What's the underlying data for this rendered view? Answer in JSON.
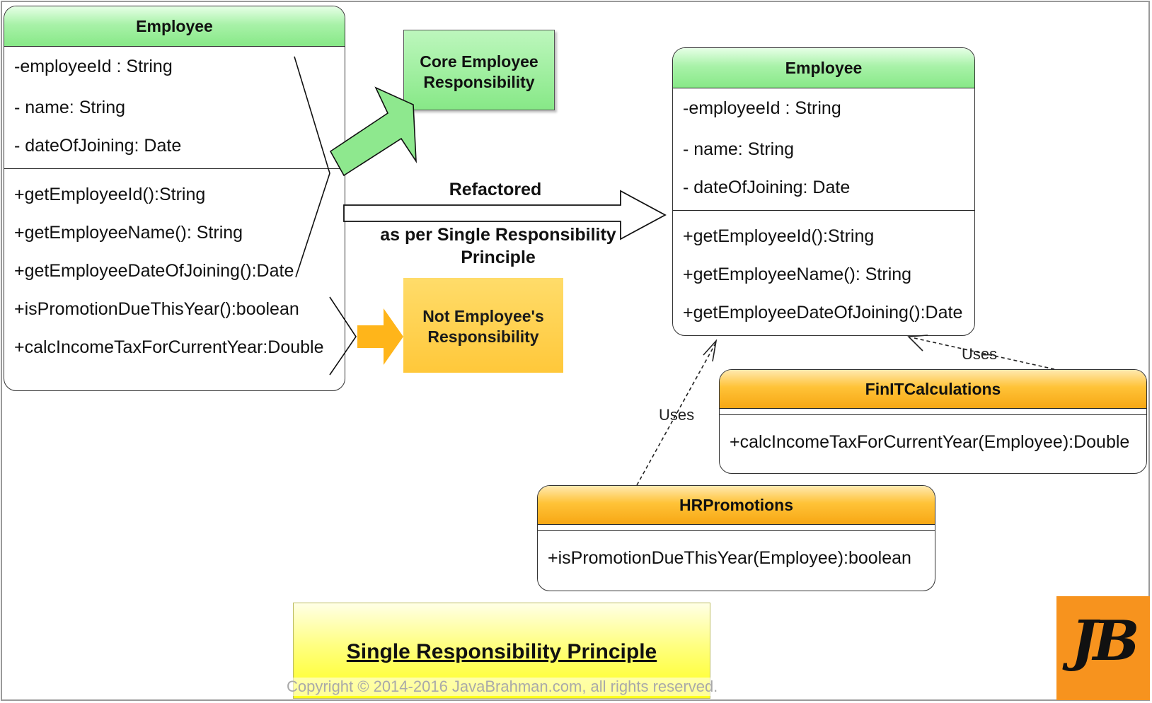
{
  "left_class": {
    "title": "Employee",
    "attributes": [
      "-employeeId : String",
      "- name: String",
      "- dateOfJoining: Date"
    ],
    "methods": [
      "+getEmployeeId():String",
      "+getEmployeeName(): String",
      "+getEmployeeDateOfJoining():Date",
      "+isPromotionDueThisYear():boolean",
      "+calcIncomeTaxForCurrentYear:Double"
    ]
  },
  "right_class": {
    "title": "Employee",
    "attributes": [
      "-employeeId : String",
      "- name: String",
      "- dateOfJoining: Date"
    ],
    "methods": [
      "+getEmployeeId():String",
      "+getEmployeeName(): String",
      "+getEmployeeDateOfJoining():Date"
    ]
  },
  "finit_class": {
    "title": "FinITCalculations",
    "methods": [
      "+calcIncomeTaxForCurrentYear(Employee):Double"
    ]
  },
  "hr_class": {
    "title": "HRPromotions",
    "methods": [
      "+isPromotionDueThisYear(Employee):boolean"
    ]
  },
  "notes": {
    "core": "Core Employee Responsibility",
    "not_employee": "Not Employee's Responsibility"
  },
  "refactor": {
    "top": "Refactored",
    "bottom_1": "as per Single Responsibility",
    "bottom_2": "Principle"
  },
  "uses_labels": [
    "Uses",
    "Uses"
  ],
  "footer": {
    "title": "Single Responsibility Principle",
    "copyright": "Copyright © 2014-2016 JavaBrahman.com, all rights reserved."
  },
  "logo": {
    "text": "JB",
    "bg_color": "#f7931e"
  },
  "colors": {
    "green_header": "#87e887",
    "orange_header": "#ffc338",
    "yellow_box": "#ffff1a"
  }
}
